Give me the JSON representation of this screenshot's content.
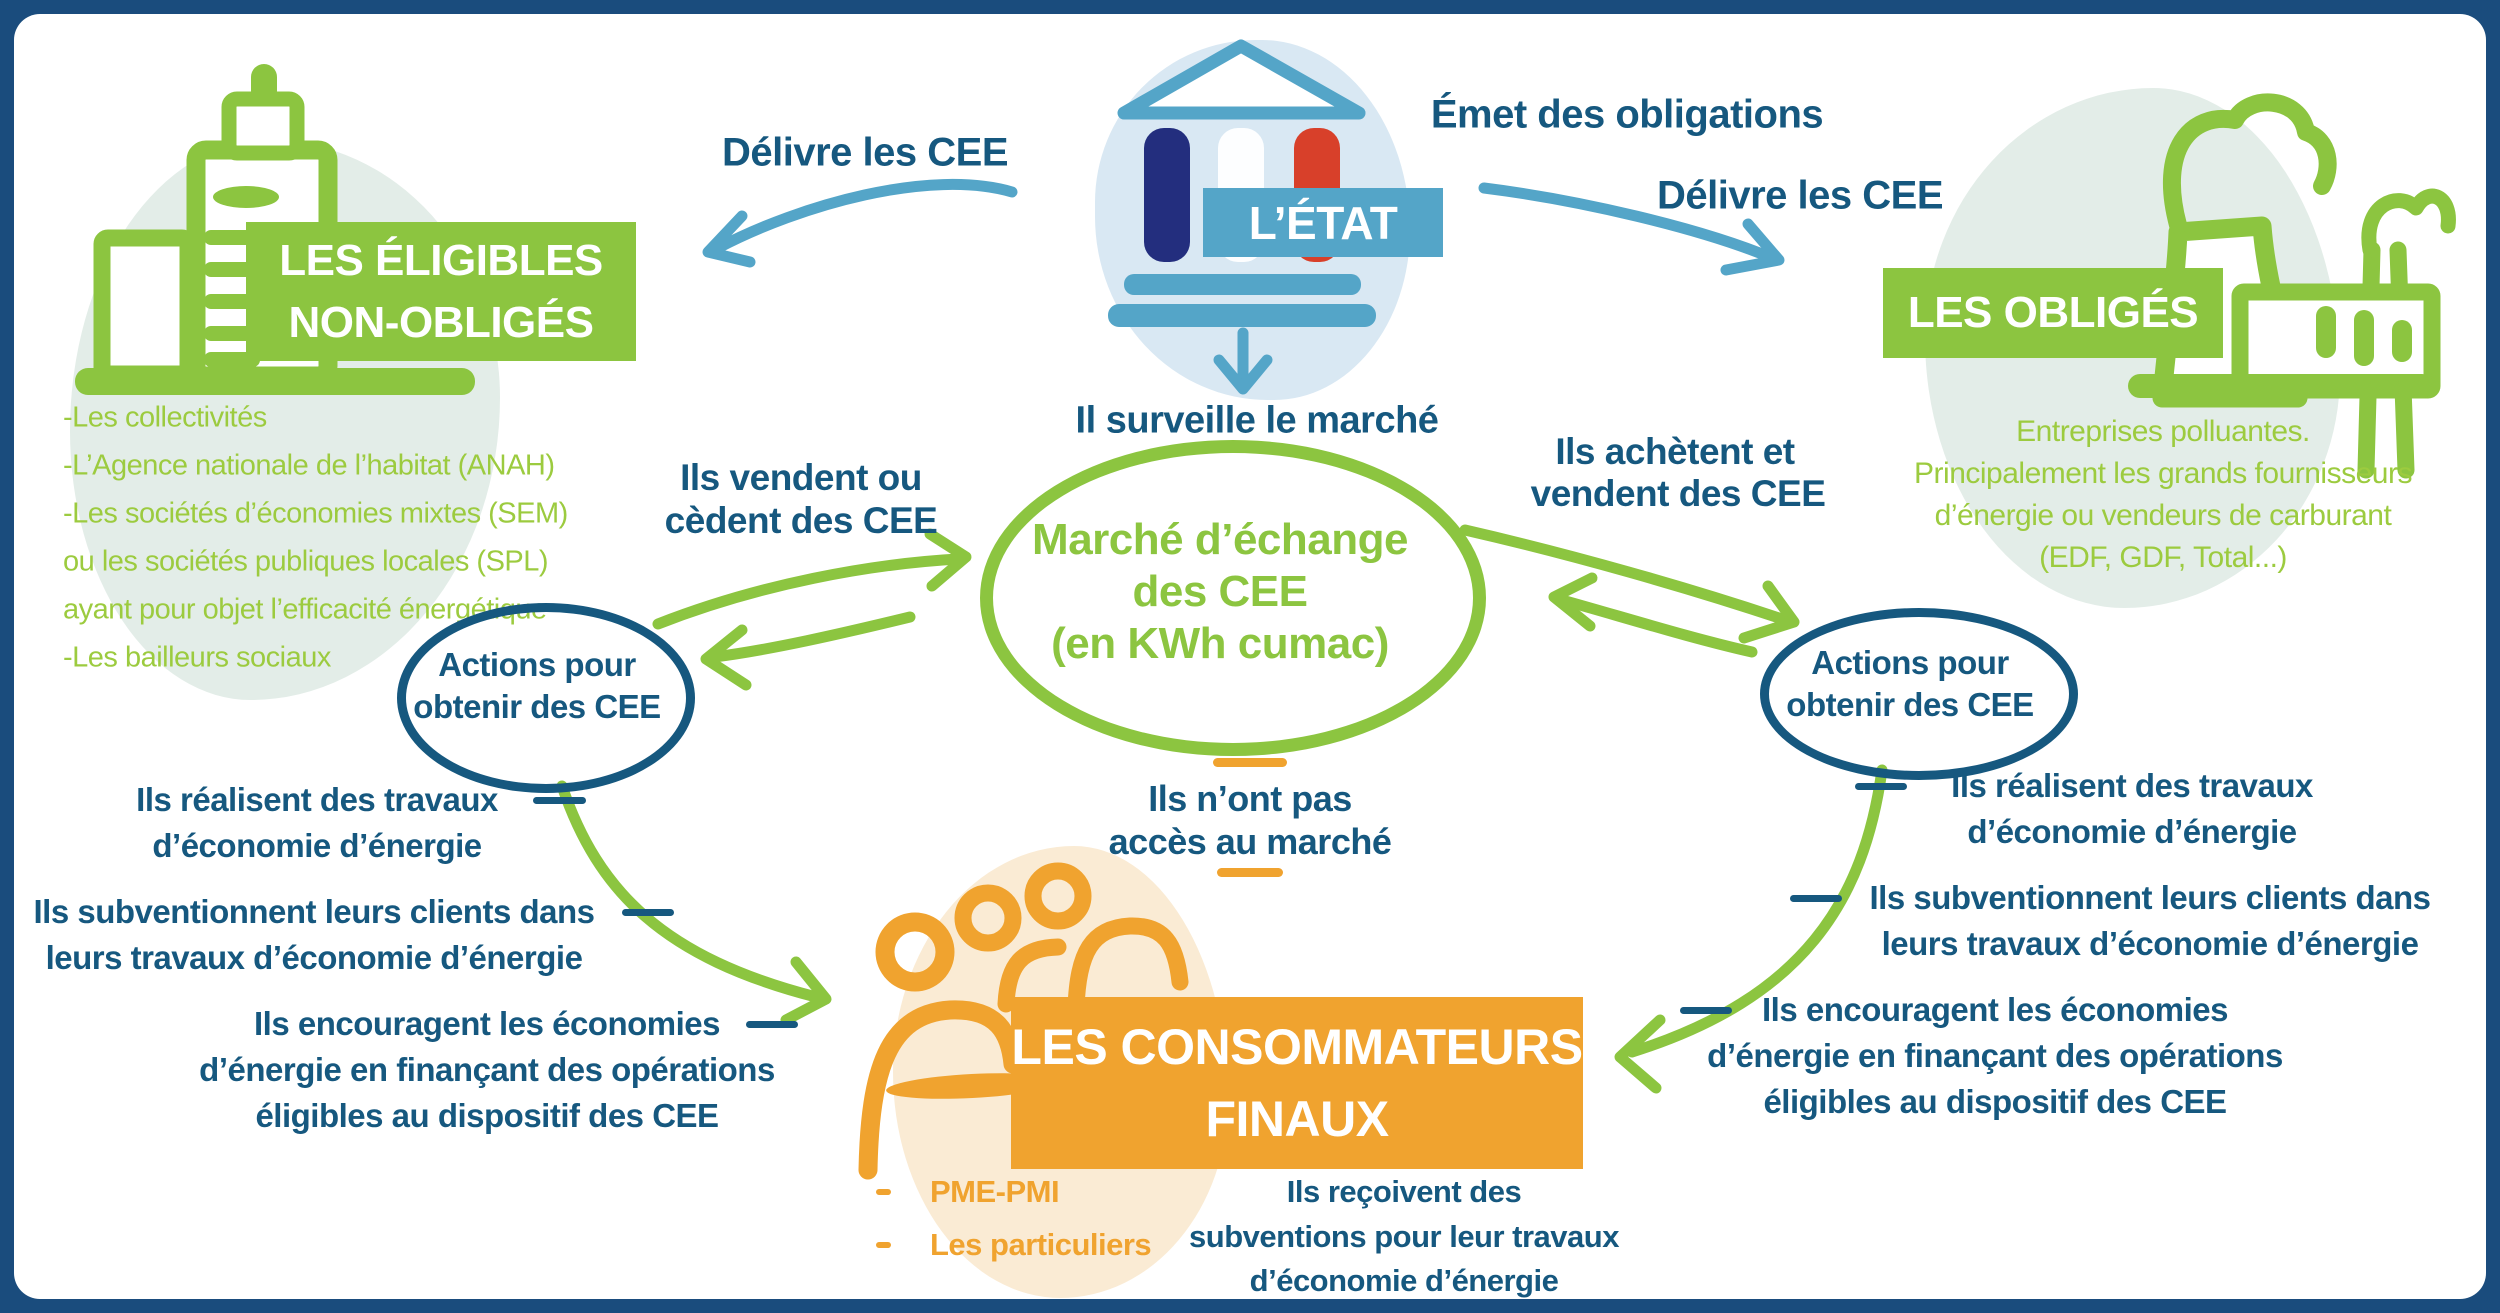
{
  "palette": {
    "frame_navy": "#1A4C7D",
    "navy_text": "#16587F",
    "light_blue": "#54A5C8",
    "pale_blue_blob": "#D9E8F3",
    "green": "#8CC540",
    "green_light_text": "#9CCB3F",
    "pale_green_blob": "#E3EDE8",
    "orange": "#F0A32F",
    "pale_orange_blob": "#FAEBD4",
    "column_navy": "#232E7E",
    "column_red": "#D8402A"
  },
  "icons": {
    "state": "government-building-icon",
    "eligibles": "city-building-icon",
    "obliges": "factory-icon",
    "consumers": "people-group-icon"
  },
  "state": {
    "label": "L’ÉTAT",
    "emet": "Émet des obligations",
    "delivre_left": "Délivre les CEE",
    "delivre_right": "Délivre les CEE",
    "surveille": "Il surveille le marché"
  },
  "eligibles": {
    "title_line1": "LES ÉLIGIBLES",
    "title_line2": "NON-OBLIGÉS",
    "list": [
      "-Les collectivités",
      "-L’Agence nationale de l’habitat (ANAH)",
      "-Les sociétés d’économies mixtes (SEM)",
      "ou les sociétés publiques locales (SPL)",
      "ayant pour objet l’efficacité énergétique",
      "-Les bailleurs sociaux"
    ]
  },
  "obliges": {
    "title": "LES OBLIGÉS",
    "desc": [
      "Entreprises polluantes.",
      "Principalement les grands fournisseurs",
      "d’énergie ou vendeurs de carburant",
      "(EDF, GDF, Total...)"
    ]
  },
  "market": {
    "line1": "Marché d’échange",
    "line2": "des CEE",
    "line3": "(en KWh cumac)"
  },
  "flows": {
    "sell_line1": "Ils vendent ou",
    "sell_line2": "cèdent des CEE",
    "buy_line1": "Ils achètent et",
    "buy_line2": "vendent des CEE",
    "no_access_line1": "Ils n’ont pas",
    "no_access_line2": "accès au marché"
  },
  "action_oval": {
    "line1": "Actions pour",
    "line2": "obtenir des CEE"
  },
  "left_actions": {
    "block1": [
      "Ils réalisent des travaux",
      "d’économie d’énergie"
    ],
    "block2": [
      "Ils subventionnent leurs clients dans",
      "leurs travaux d’économie d’énergie"
    ],
    "block3": [
      "Ils encouragent les économies",
      "d’énergie en finançant des opérations",
      "éligibles au dispositif des CEE"
    ]
  },
  "right_actions": {
    "block1": [
      "Ils réalisent des travaux",
      "d’économie d’énergie"
    ],
    "block2": [
      "Ils subventionnent leurs clients dans",
      "leurs travaux d’économie d’énergie"
    ],
    "block3": [
      "Ils encouragent les économies",
      "d’énergie en finançant des opérations",
      "éligibles au dispositif des CEE"
    ]
  },
  "consumers": {
    "title_line1": "LES CONSOMMATEURS",
    "title_line2": "FINAUX",
    "items": [
      "PME-PMI",
      "Les particuliers"
    ],
    "receive": [
      "Ils reçoivent des",
      "subventions pour leur travaux",
      "d’économie d’énergie"
    ]
  }
}
